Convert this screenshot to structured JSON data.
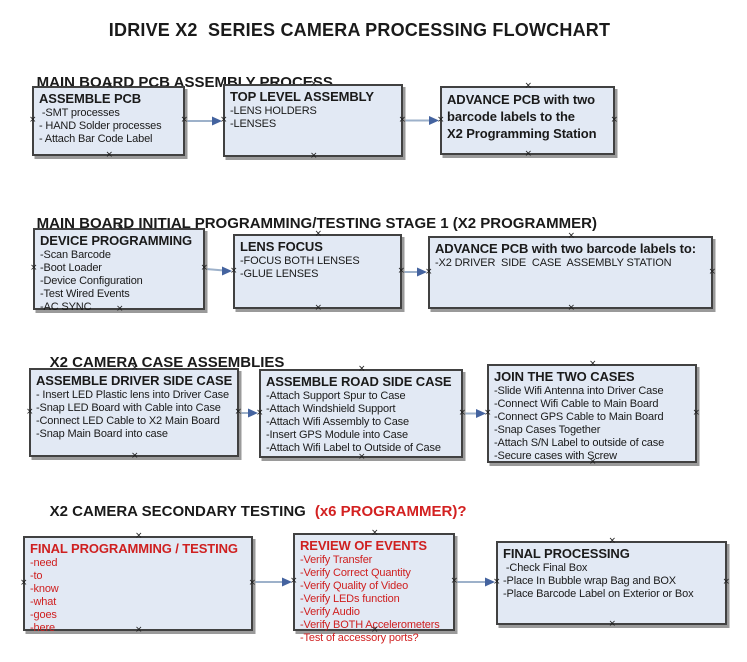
{
  "title": "IDRIVE X2  SERIES CAMERA PROCESSING FLOWCHART",
  "colors": {
    "box_fill": "#e2e9f4",
    "box_border": "#414141",
    "arrow_line": "#9db1ca",
    "arrow_head": "#44639f",
    "accent_red": "#d32121",
    "text": "#1a1a1a"
  },
  "sections": [
    {
      "heading": "MAIN BOARD PCB ASSEMBLY PROCESS",
      "boxes": [
        {
          "title": "ASSEMBLE PCB",
          "items": [
            " -SMT processes",
            "- HAND Solder processes",
            "- Attach Bar Code Label"
          ]
        },
        {
          "title": "TOP LEVEL ASSEMBLY",
          "items": [
            "-LENS HOLDERS",
            "-LENSES"
          ]
        },
        {
          "title": "ADVANCE PCB with two\nbarcode labels to the\n X2 Programming Station",
          "items": []
        }
      ]
    },
    {
      "heading": "MAIN BOARD INITIAL PROGRAMMING/TESTING STAGE 1 (X2 PROGRAMMER)",
      "boxes": [
        {
          "title": "DEVICE PROGRAMMING",
          "items": [
            "-Scan Barcode",
            "-Boot Loader",
            "-Device Configuration",
            "-Test Wired Events",
            "-AC SYNC"
          ]
        },
        {
          "title": "LENS FOCUS",
          "items": [
            "-FOCUS BOTH LENSES",
            "-GLUE LENSES"
          ]
        },
        {
          "title": "ADVANCE PCB with two barcode labels to:",
          "items": [
            "-X2 DRIVER  SIDE  CASE  ASSEMBLY STATION"
          ]
        }
      ]
    },
    {
      "heading": "X2 CAMERA CASE ASSEMBLIES",
      "boxes": [
        {
          "title": "ASSEMBLE DRIVER SIDE CASE",
          "items": [
            "- Insert LED Plastic lens into Driver Case",
            "-Snap LED Board with Cable into Case",
            "-Connect LED Cable to X2 Main Board",
            "-Snap Main Board into case"
          ]
        },
        {
          "title": "ASSEMBLE ROAD SIDE CASE",
          "items": [
            "-Attach Support Spur to Case",
            "-Attach Windshield Support",
            "-Attach Wifi Assembly to Case",
            "-Insert GPS Module into Case",
            "-Attach Wifi Label to Outside of Case"
          ]
        },
        {
          "title": "JOIN THE TWO CASES",
          "items": [
            "-Slide Wifi Antenna into Driver Case",
            "-Connect Wifi Cable to Main Board",
            "-Connect GPS Cable to Main Board",
            "-Snap Cases Together",
            "-Attach S/N Label to outside of case",
            "-Secure cases with Screw"
          ]
        }
      ]
    },
    {
      "heading": "X2 CAMERA SECONDARY TESTING",
      "heading_suffix": "(x6 PROGRAMMER)?",
      "boxes": [
        {
          "title": "FINAL PROGRAMMING / TESTING",
          "items": [
            "-need",
            "-to",
            "-know",
            "-what",
            "-goes",
            "-here"
          ]
        },
        {
          "title": "REVIEW OF EVENTS",
          "items": [
            "-Verify Transfer",
            "-Verify Correct Quantity",
            "-Verify Quality of Video",
            "-Verify LEDs function",
            "-Verify Audio",
            "-Verify BOTH Accelerometers",
            "-Test of accessory ports?"
          ]
        },
        {
          "title": "FINAL PROCESSING",
          "items": [
            " -Check Final Box",
            "-Place In Bubble wrap Bag and BOX",
            "-Place Barcode Label on Exterior or Box"
          ]
        }
      ]
    }
  ]
}
